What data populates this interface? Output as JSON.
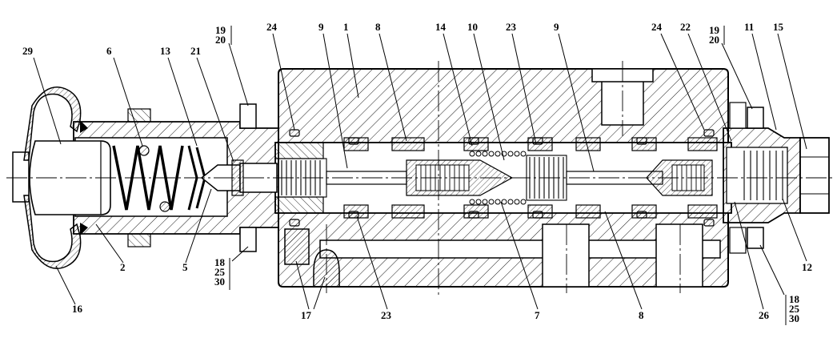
{
  "colors": {
    "ink": "#000000",
    "paper": "#ffffff",
    "hatch": "#000000"
  },
  "callouts": {
    "c29": "29",
    "c6": "6",
    "c13": "13",
    "c21": "21",
    "c19a": "19",
    "c20a": "20",
    "c24a": "24",
    "c9a": "9",
    "c1": "1",
    "c8a": "8",
    "c14": "14",
    "c10": "10",
    "c23a": "23",
    "c9b": "9",
    "c24b": "24",
    "c22": "22",
    "c19b": "19",
    "c20b": "20",
    "c11": "11",
    "c15": "15",
    "c2": "2",
    "c5": "5",
    "c16": "16",
    "c18a": "18",
    "c25a": "25",
    "c30a": "30",
    "c17": "17",
    "c23b": "23",
    "c7": "7",
    "c8b": "8",
    "c26": "26",
    "c12": "12",
    "c18b": "18",
    "c25b": "25",
    "c30b": "30"
  }
}
